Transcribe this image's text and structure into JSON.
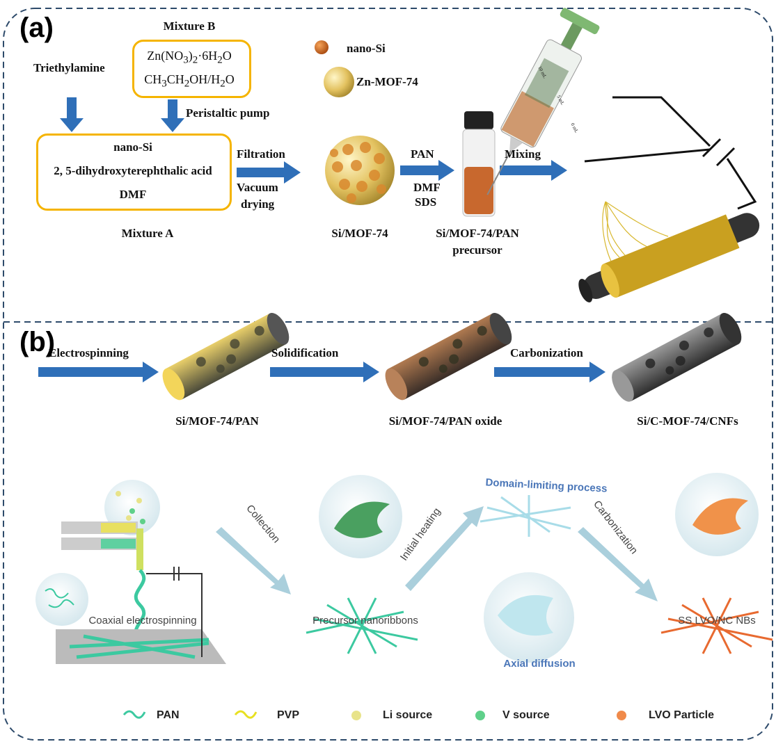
{
  "panel_a": {
    "label": "(a)",
    "mixture_b_title": "Mixture B",
    "mixture_b_lines": [
      "Zn(NO3)2·6H2O",
      "CH3CH2OH/H2O"
    ],
    "triethylamine": "Triethylamine",
    "peristaltic_pump": "Peristaltic pump",
    "mixture_a_lines": [
      "nano-Si",
      "2, 5-dihydroxyterephthalic acid",
      "DMF"
    ],
    "mixture_a_title": "Mixture A",
    "filtration": "Filtration",
    "vacuum_drying": [
      "Vacuum",
      "drying"
    ],
    "si_mof": "Si/MOF-74",
    "legend_nano_si": "nano-Si",
    "legend_zn_mof": "Zn-MOF-74",
    "pan": "PAN",
    "dmf_sds": [
      "DMF",
      "SDS"
    ],
    "precursor": [
      "Si/MOF-74/PAN",
      "precursor"
    ],
    "mixing": "Mixing",
    "syringe_marks": [
      "10 mL",
      "5 mL",
      "0 mL"
    ],
    "electrospinning": "Electrospinning",
    "solidification": "Solidification",
    "carbonization": "Carbonization",
    "fiber_labels": [
      "Si/MOF-74/PAN",
      "Si/MOF-74/PAN oxide",
      "Si/C-MOF-74/CNFs"
    ]
  },
  "panel_b": {
    "label": "(b)",
    "domain_limiting": "Domain-limiting process",
    "collection": "Collection",
    "initial_heating": "Initial heating",
    "carbonization": "Carbonization",
    "coaxial": "Coaxial electrospinning",
    "precursor_nanoribbons": "Precursor nanoribbons",
    "product": "SS LVO/NC NBs",
    "axial_diffusion": "Axial diffusion",
    "legend": [
      {
        "label": "PAN",
        "icon": "pan-strand-icon",
        "color": "#3cc9a0"
      },
      {
        "label": "PVP",
        "icon": "pvp-strand-icon",
        "color": "#e8e020"
      },
      {
        "label": "Li source",
        "icon": "li-source-dot-icon",
        "color": "#e8e38a"
      },
      {
        "label": "V source",
        "icon": "v-source-dot-icon",
        "color": "#5fd08a"
      },
      {
        "label": "LVO Particle",
        "icon": "lvo-particle-dot-icon",
        "color": "#f08a4a"
      }
    ]
  },
  "colors": {
    "arrow": "#2f6fb8",
    "box_border": "#f5b400",
    "frame": "#2d4a6a",
    "accent_text": "#4a76b8"
  }
}
